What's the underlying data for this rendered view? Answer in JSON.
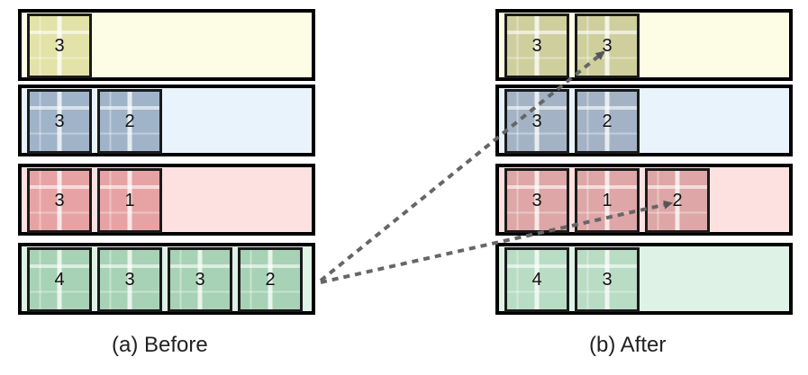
{
  "panels": [
    {
      "caption": "(a) Before",
      "rows": [
        {
          "bg": "#fdfde6",
          "tint": "#e3e2a8",
          "tiles": [
            "3"
          ]
        },
        {
          "bg": "#e8f3fc",
          "tint": "#9fb3c9",
          "tiles": [
            "3",
            "2"
          ]
        },
        {
          "bg": "#fde0e0",
          "tint": "#e7a3a3",
          "tiles": [
            "3",
            "1"
          ]
        },
        {
          "bg": "#dff2e6",
          "tint": "#a7d2b5",
          "tiles": [
            "4",
            "3",
            "3",
            "2"
          ]
        }
      ]
    },
    {
      "caption": "(b) After",
      "rows": [
        {
          "bg": "#fdfde6",
          "tint": "#cfcf9e",
          "tiles": [
            "3",
            "3"
          ]
        },
        {
          "bg": "#e8f3fc",
          "tint": "#a3b3c5",
          "tiles": [
            "3",
            "2"
          ]
        },
        {
          "bg": "#fde0e0",
          "tint": "#dea6a6",
          "tiles": [
            "3",
            "1",
            "2"
          ]
        },
        {
          "bg": "#dff2e6",
          "tint": "#b8dcc4",
          "tiles": [
            "4",
            "3"
          ]
        }
      ]
    }
  ],
  "colors": {
    "arrow": "#666666",
    "border": "#000000"
  }
}
